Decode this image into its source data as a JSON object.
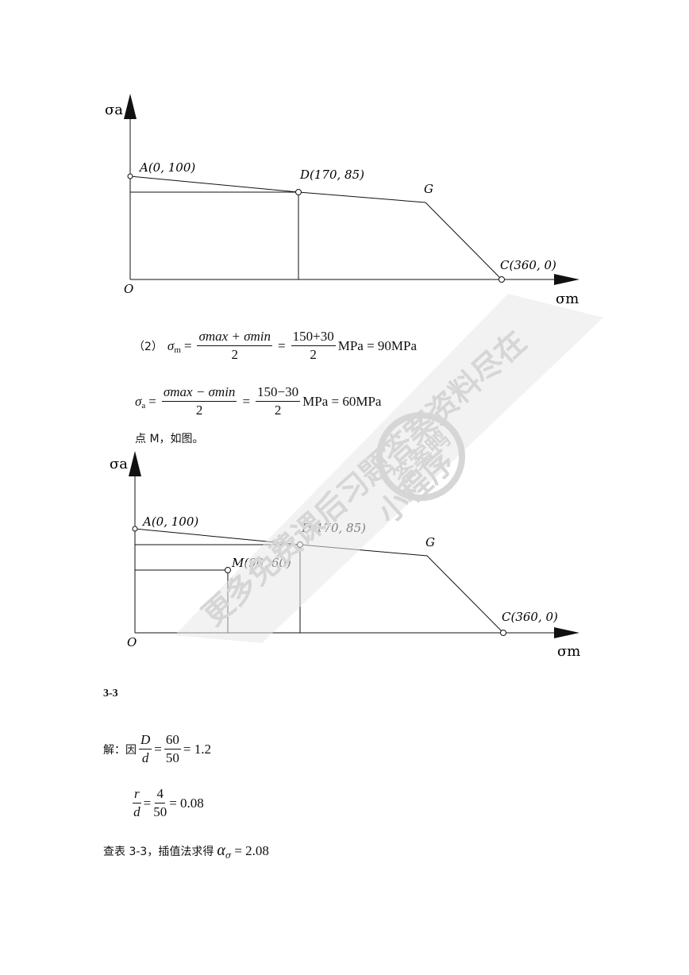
{
  "diagram1": {
    "y_axis_label": "σa",
    "x_axis_label": "σm",
    "origin_label": "O",
    "point_A": "A(0, 100)",
    "point_D": "D(170, 85)",
    "point_G": "G",
    "point_C": "C(360, 0)"
  },
  "part2": {
    "prefix": "（2）",
    "sigma_m_lhs": "σ",
    "sigma_m_sub": "m",
    "eq1_num": "σmax + σmin",
    "eq1_den": "2",
    "eq1_num_values": "150+30",
    "eq1_den_values": "2",
    "eq1_result": "MPa = 90MPa",
    "sigma_a_lhs": "σ",
    "sigma_a_sub": "a",
    "eq2_num": "σmax − σmin",
    "eq2_den": "2",
    "eq2_num_values": "150−30",
    "eq2_den_values": "2",
    "eq2_result": "MPa = 60MPa",
    "note": "点 M，如图。"
  },
  "diagram2": {
    "y_axis_label": "σa",
    "x_axis_label": "σm",
    "origin_label": "O",
    "point_A": "A(0, 100)",
    "point_D": "D(170, 85)",
    "point_M": "M(90, 60)",
    "point_G": "G",
    "point_C": "C(360, 0)"
  },
  "problem": {
    "number": "3-3",
    "solution_prefix": "解：因",
    "ratio1_num": "D",
    "ratio1_den": "d",
    "ratio1_num_val": "60",
    "ratio1_den_val": "50",
    "ratio1_result": "= 1.2",
    "ratio2_num": "r",
    "ratio2_den": "d",
    "ratio2_num_val": "4",
    "ratio2_den_val": "50",
    "ratio2_result": "= 0.08",
    "lookup_text": "查表 3-3，插值法求得",
    "alpha_symbol": "α",
    "alpha_sub": "σ",
    "alpha_result": "= 2.08"
  },
  "watermark": {
    "line1": "更多免费课后习题答案资料尽在",
    "line2": "小程序",
    "stamp": "答案鸭"
  }
}
